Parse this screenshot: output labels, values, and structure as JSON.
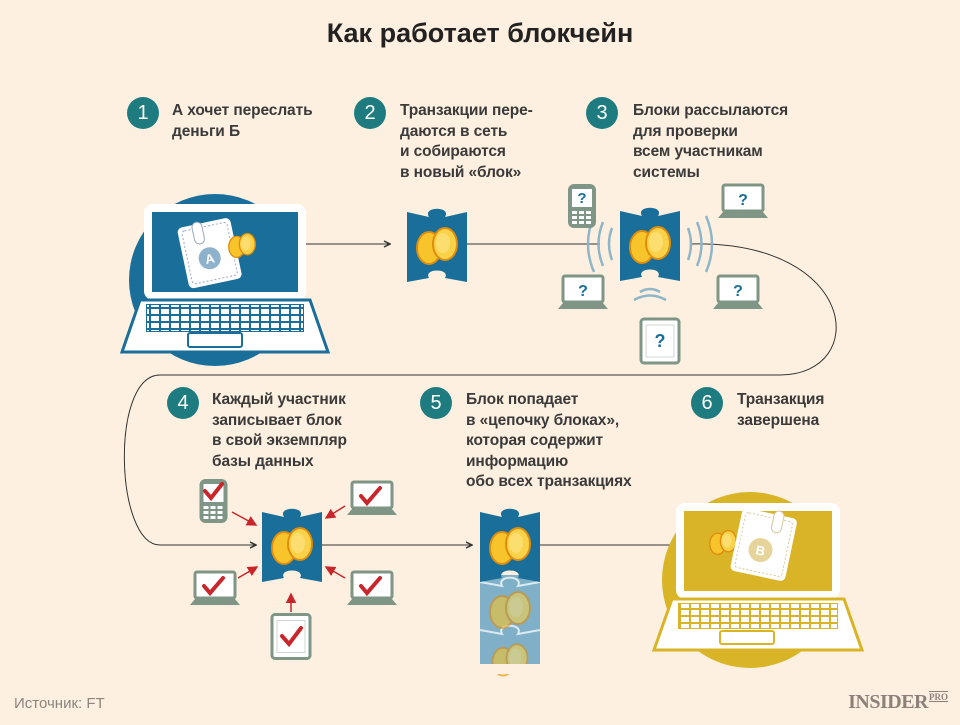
{
  "title": "Как работает блокчейн",
  "steps": [
    {
      "number": "1",
      "text": "А хочет переслать\nденьги Б"
    },
    {
      "number": "2",
      "text": "Транзакции пере-\nдаются в сеть\nи собираются\nв новый «блок»"
    },
    {
      "number": "3",
      "text": "Блоки рассылаются\nдля проверки\nвсем участникам\nсистемы"
    },
    {
      "number": "4",
      "text": "Каждый участник\nзаписывает блок\nв свой экземпляр\nбазы данных"
    },
    {
      "number": "5",
      "text": "Блок попадает\nв «цепочку блоках»,\nкоторая содержит\nинформацию\nобо всех транзакциях"
    },
    {
      "number": "6",
      "text": "Транзакция\nзавершена"
    }
  ],
  "wallets": {
    "a_label": "A",
    "b_label": "B"
  },
  "marks": {
    "question": "?"
  },
  "footer": {
    "source": "Источник: FT",
    "logo": "INSIDER",
    "logo_sup": "PRO"
  },
  "colors": {
    "background": "#fdf0e0",
    "teal": "#1e7c80",
    "blue": "#1a6e9a",
    "gold": "#d9b427",
    "check": "#c9262c",
    "device": "#7f9585"
  }
}
